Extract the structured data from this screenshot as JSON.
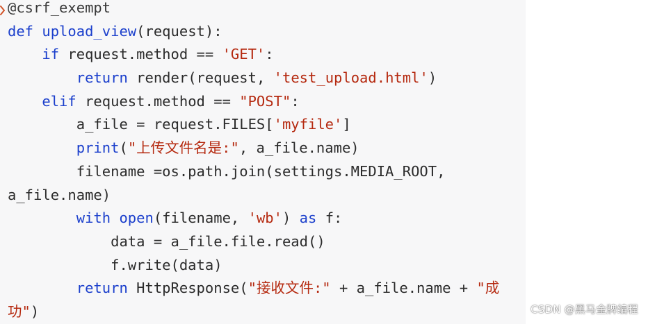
{
  "colors": {
    "keyword": "#1b3fcc",
    "string": "#b5290f",
    "plain": "#2b2b2b",
    "panel_background": "#f7f7f8"
  },
  "code": {
    "lines": [
      [
        {
          "t": "@csrf_exempt",
          "k": "dec"
        }
      ],
      [
        {
          "t": "def ",
          "k": "kw"
        },
        {
          "t": "upload_view",
          "k": "kw"
        },
        {
          "t": "(request):",
          "k": "plain"
        }
      ],
      [
        {
          "t": "    ",
          "k": "plain"
        },
        {
          "t": "if",
          "k": "kw"
        },
        {
          "t": " request.method == ",
          "k": "plain"
        },
        {
          "t": "'GET'",
          "k": "str"
        },
        {
          "t": ":",
          "k": "plain"
        }
      ],
      [
        {
          "t": "        ",
          "k": "plain"
        },
        {
          "t": "return",
          "k": "kw"
        },
        {
          "t": " render(request, ",
          "k": "plain"
        },
        {
          "t": "'test_upload.html'",
          "k": "str"
        },
        {
          "t": ")",
          "k": "plain"
        }
      ],
      [
        {
          "t": "    ",
          "k": "plain"
        },
        {
          "t": "elif",
          "k": "kw"
        },
        {
          "t": " request.method == ",
          "k": "plain"
        },
        {
          "t": "\"POST\"",
          "k": "str"
        },
        {
          "t": ":",
          "k": "plain"
        }
      ],
      [
        {
          "t": "        a_file = request.FILES[",
          "k": "plain"
        },
        {
          "t": "'myfile'",
          "k": "str"
        },
        {
          "t": "]",
          "k": "plain"
        }
      ],
      [
        {
          "t": "        ",
          "k": "plain"
        },
        {
          "t": "print",
          "k": "kw"
        },
        {
          "t": "(",
          "k": "plain"
        },
        {
          "t": "\"上传文件名是:\"",
          "k": "str"
        },
        {
          "t": ", a_file.name)",
          "k": "plain"
        }
      ],
      [
        {
          "t": "        filename =os.path.join(settings.MEDIA_ROOT,",
          "k": "plain"
        }
      ],
      [
        {
          "t": "a_file.name)",
          "k": "plain"
        }
      ],
      [
        {
          "t": "        ",
          "k": "plain"
        },
        {
          "t": "with",
          "k": "kw"
        },
        {
          "t": " ",
          "k": "plain"
        },
        {
          "t": "open",
          "k": "kw"
        },
        {
          "t": "(filename, ",
          "k": "plain"
        },
        {
          "t": "'wb'",
          "k": "str"
        },
        {
          "t": ") ",
          "k": "plain"
        },
        {
          "t": "as",
          "k": "kw"
        },
        {
          "t": " f:",
          "k": "plain"
        }
      ],
      [
        {
          "t": "            data = a_file.file.read()",
          "k": "plain"
        }
      ],
      [
        {
          "t": "            f.write(data)",
          "k": "plain"
        }
      ],
      [
        {
          "t": "        ",
          "k": "plain"
        },
        {
          "t": "return",
          "k": "kw"
        },
        {
          "t": " HttpResponse(",
          "k": "plain"
        },
        {
          "t": "\"接收文件:\"",
          "k": "str"
        },
        {
          "t": " + a_file.name + ",
          "k": "plain"
        },
        {
          "t": "\"成",
          "k": "str"
        }
      ],
      [
        {
          "t": "功\"",
          "k": "str"
        },
        {
          "t": ")",
          "k": "plain"
        }
      ]
    ]
  },
  "watermark": {
    "text": "CSDN @黑马金牌编程"
  }
}
